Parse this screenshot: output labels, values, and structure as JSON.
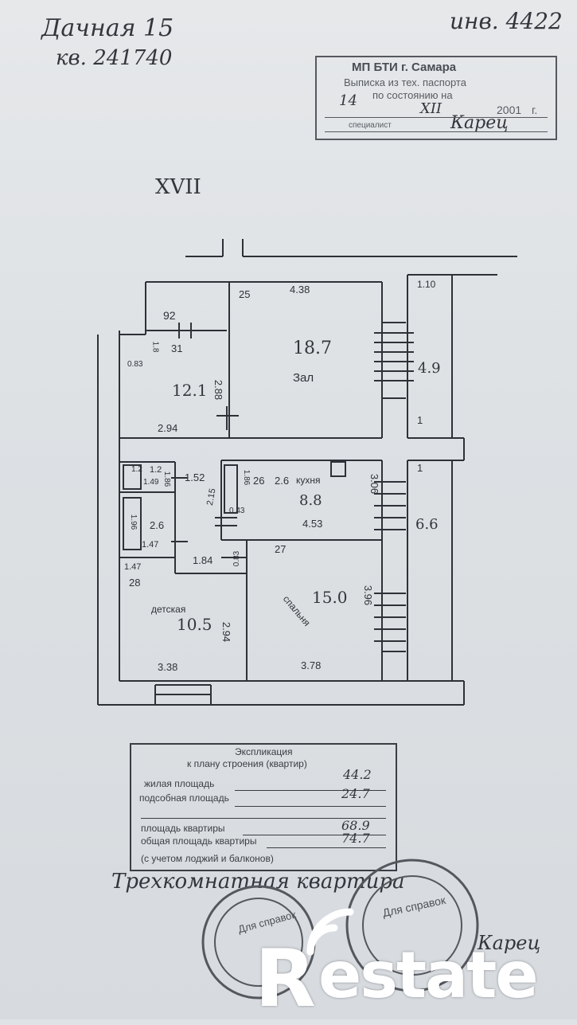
{
  "header": {
    "address": "Дачная 15",
    "inventory": "инв. 4422",
    "apartment": "кв. 241740",
    "floor_mark": "XVII"
  },
  "stamp": {
    "org": "МП БТИ г. Самара",
    "line1": "Выписка из тех. паспорта",
    "line2": "по состоянию на",
    "day": "14",
    "month": "XII",
    "year": "2001",
    "year_suffix": "г.",
    "role": "специалист",
    "signature": "Карец"
  },
  "rooms": [
    {
      "id": "zal",
      "area": "18.7",
      "name": "Зал",
      "w": "4.38",
      "h": "25"
    },
    {
      "id": "room121",
      "area": "12.1",
      "name": "",
      "w": "2.94",
      "h": "2.88"
    },
    {
      "id": "kuhnya",
      "area": "8.8",
      "name": "кухня",
      "w": "4.53",
      "h": "2.6"
    },
    {
      "id": "spalnya",
      "area": "15.0",
      "name": "спальня",
      "w": "3.78",
      "h": "3.96"
    },
    {
      "id": "detskaya",
      "area": "10.5",
      "name": "детская",
      "w": "3.38",
      "h": "2.94"
    },
    {
      "id": "loggia1",
      "area": "4.9",
      "w": "1.10",
      "h": "1"
    },
    {
      "id": "loggia2",
      "area": "6.6",
      "w": "1"
    }
  ],
  "dimensions": {
    "d92": "92",
    "d31": "31",
    "d083": "0.83",
    "d1_8": "1.8",
    "d1_52": "1.52",
    "d2_15": "2.15",
    "d1_86": "1.86",
    "d2_6": "26",
    "d0_43": "0.43",
    "d2_7": "27",
    "d1_84": "1.84",
    "d0_83b": "0.83",
    "d1_47": "1.47",
    "d1_47b": "1.47",
    "d2_8": "28",
    "d1_2": "1.2",
    "d1_49": "1.49",
    "d1_96": "1.96",
    "d2_6b": "2.6",
    "d1_86b": "1.86",
    "d1_2b": "1.2",
    "d3_06": "3.06"
  },
  "explication": {
    "title": "Экспликация",
    "subtitle": "к плану строения (квартир)",
    "row1_label": "жилая площадь",
    "row1_value": "44.2",
    "row2_label": "подсобная площадь",
    "row2_value": "24.7",
    "row3_label": "площадь квартиры",
    "row3_value": "68.9",
    "row4_label": "общая площадь квартиры",
    "row4_value": "74.7",
    "footer": "(с учетом лоджий и балконов)"
  },
  "footer": {
    "description": "Трехкомнатная квартира",
    "seal1": "Для справок",
    "seal2": "Для справок",
    "signature": "Карец"
  },
  "watermark": {
    "letter": "R",
    "text": "estate"
  }
}
